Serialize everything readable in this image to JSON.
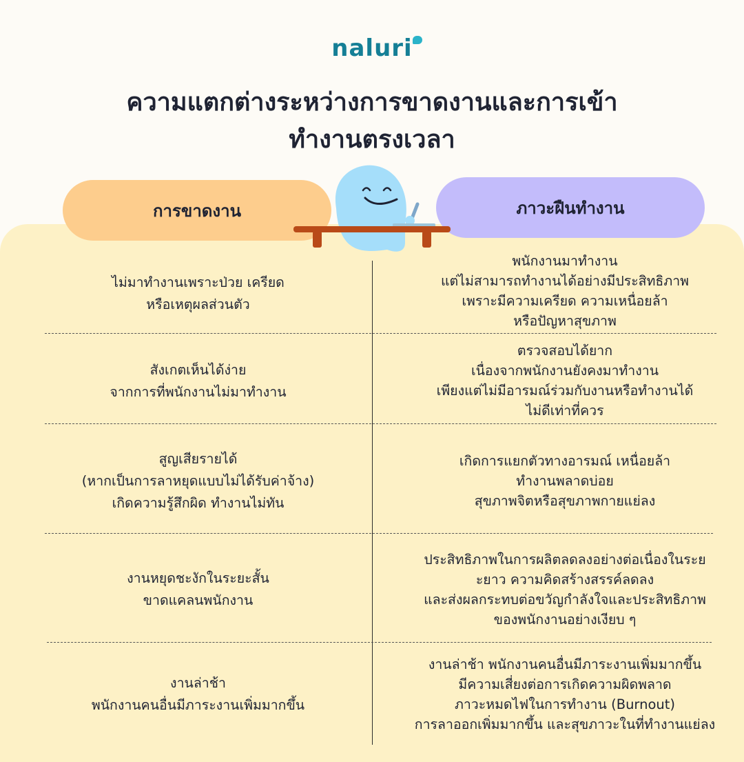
{
  "brand": {
    "logo_text": "naluri"
  },
  "title": {
    "line1": "ความแตกต่างระหว่างการขาดงานและการเข้า",
    "line2": "ทำงานตรงเวลา"
  },
  "columns": {
    "left_header": "การขาดงาน",
    "right_header": "ภาวะฝืนทำงาน"
  },
  "rows": [
    {
      "left": [
        "ไม่มาทำงานเพราะป่วย เครียด",
        "หรือเหตุผลส่วนตัว"
      ],
      "right": [
        "พนักงานมาทำงาน",
        "แต่ไม่สามารถทำงานได้อย่างมีประสิทธิภาพ",
        "เพราะมีความเครียด ความเหนื่อยล้า",
        "หรือปัญหาสุขภาพ"
      ]
    },
    {
      "left": [
        "สังเกตเห็นได้ง่าย",
        "จากการที่พนักงานไม่มาทำงาน"
      ],
      "right": [
        "ตรวจสอบได้ยาก",
        "เนื่องจากพนักงานยังคงมาทำงาน",
        "เพียงแต่ไม่มีอารมณ์ร่วมกับงานหรือทำงานได้",
        "ไม่ดีเท่าที่ควร"
      ]
    },
    {
      "left": [
        "สูญเสียรายได้",
        "(หากเป็นการลาหยุดแบบไม่ได้รับค่าจ้าง)",
        "เกิดความรู้สึกผิด ทำงานไม่ทัน"
      ],
      "right": [
        "เกิดการแยกตัวทางอารมณ์ เหนื่อยล้า",
        "ทำงานพลาดบ่อย",
        "สุขภาพจิตหรือสุขภาพกายแย่ลง"
      ]
    },
    {
      "left": [
        "งานหยุดชะงักในระยะสั้น",
        "ขาดแคลนพนักงาน"
      ],
      "right": [
        "ประสิทธิภาพในการผลิตลดลงอย่างต่อเนื่องในระย",
        "ะยาว ความคิดสร้างสรรค์ลดลง",
        "และส่งผลกระทบต่อขวัญกำลังใจและประสิทธิภาพ",
        "ของพนักงานอย่างเงียบ ๆ"
      ]
    },
    {
      "left": [
        "งานล่าช้า",
        "พนักงานคนอื่นมีภาระงานเพิ่มมากขึ้น"
      ],
      "right": [
        "งานล่าช้า พนักงานคนอื่นมีภาระงานเพิ่มมากขึ้น",
        "มีความเสี่ยงต่อการเกิดความผิดพลาด",
        "ภาวะหมดไฟในการทำงาน (Burnout)",
        "การลาออกเพิ่มมากขึ้น และสุขภาวะในที่ทำงานแย่ลง"
      ]
    }
  ]
}
